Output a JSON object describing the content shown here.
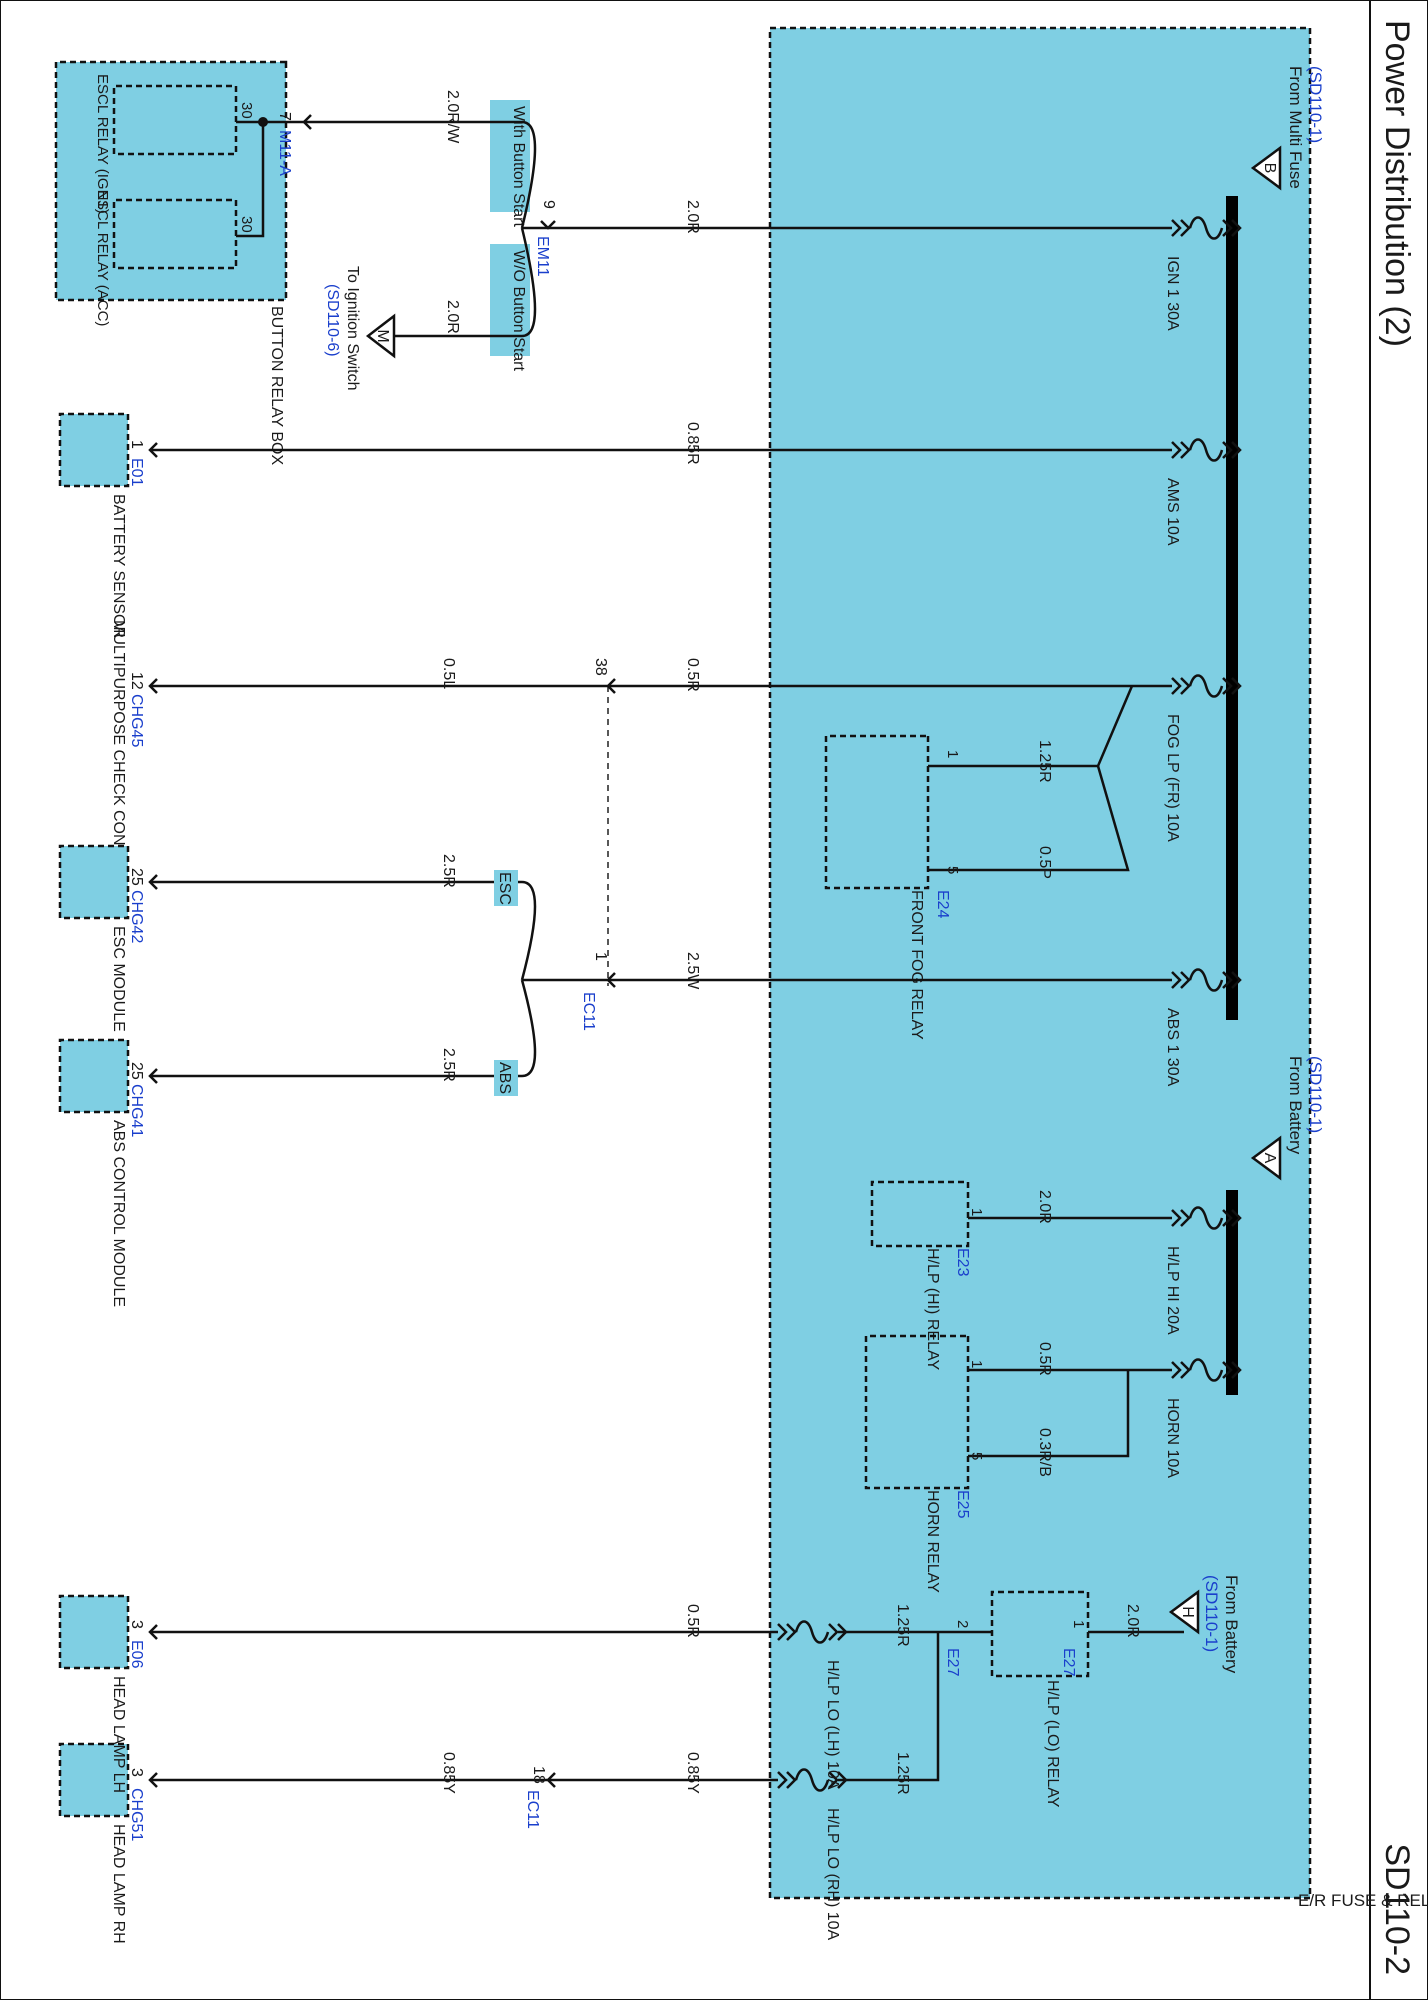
{
  "title": "Power Distribution (2)",
  "page_code": "SD110-2",
  "colors": {
    "module_fill": "#7fcfe3",
    "ref_text": "#1a3fcc"
  },
  "er_box": {
    "label": "E/R FUSE & RELAY BOX"
  },
  "sources": {
    "b": {
      "letter": "B",
      "from": "From Multi Fuse",
      "ref": "(SD110-1)"
    },
    "a": {
      "letter": "A",
      "from": "From Battery",
      "ref": "(SD110-1)"
    },
    "h": {
      "letter": "H",
      "from": "From Battery",
      "ref": "(SD110-1)"
    },
    "m": {
      "letter": "M",
      "to": "To Ignition Switch",
      "ref": "(SD110-6)"
    }
  },
  "fuses": {
    "ign1": "IGN 1 30A",
    "ams": "AMS 10A",
    "fog": "FOG LP (FR) 10A",
    "abs1": "ABS 1 30A",
    "hlphi": "H/LP HI 20A",
    "horn": "HORN 10A",
    "hlplolh": "H/LP LO (LH) 10A",
    "hlplorh": "H/LP LO (RH) 10A"
  },
  "relays": {
    "fog": {
      "label": "FRONT FOG RELAY",
      "conn": "E24",
      "pin1": "1",
      "pin5": "5"
    },
    "hi": {
      "label": "H/LP (HI) RELAY",
      "conn": "E23",
      "pin1": "1"
    },
    "horn": {
      "label": "HORN RELAY",
      "conn": "E25",
      "pin1": "1",
      "pin5": "5"
    },
    "lo": {
      "label": "H/LP (LO) RELAY",
      "conn_a": "E27",
      "conn_b": "E27",
      "pin1": "1",
      "pin2": "2"
    }
  },
  "wires": {
    "ign1": "2.0R",
    "ign1_m": "2.0R",
    "ign1_top": "2.0R/W",
    "ams": "0.85R",
    "fog_in": "0.5R",
    "fog_out": "0.5L",
    "fog_r1": "1.25R",
    "fog_r5": "0.5P",
    "abs1": "2.5W",
    "esc": "2.5R",
    "abs": "2.5R",
    "hlphi": "2.0R",
    "horn1": "0.5R",
    "horn5": "0.3R/B",
    "lo_in": "2.0R",
    "lo_lh": "1.25R",
    "lo_rh": "1.25R",
    "lh": "0.5R",
    "rh_in": "0.85Y",
    "rh_out": "0.85Y"
  },
  "connectors": {
    "m11a": {
      "name": "M11-A",
      "pin": "7"
    },
    "em11": {
      "name": "EM11",
      "pin": "9"
    },
    "e01": {
      "name": "E01",
      "pin": "1"
    },
    "chg45": {
      "name": "CHG45",
      "pin": "12"
    },
    "chg45_38": "38",
    "chg42": {
      "name": "CHG42",
      "pin": "25"
    },
    "ec11a": {
      "name": "EC11",
      "pin": "1"
    },
    "chg41": {
      "name": "CHG41",
      "pin": "25"
    },
    "e06": {
      "name": "E06",
      "pin": "3"
    },
    "chg51": {
      "name": "CHG51",
      "pin": "3"
    },
    "ec11b": {
      "name": "EC11",
      "pin": "18"
    }
  },
  "options": {
    "with_start": "With Button Start",
    "wo_start": "W/O Button Start",
    "esc": "ESC",
    "abs": "ABS"
  },
  "components": {
    "button_relay": {
      "label": "BUTTON RELAY BOX",
      "ign1": "ESCL RELAY (IGN1)",
      "acc": "ESCL RELAY (ACC)",
      "pin30a": "30",
      "pin30b": "30"
    },
    "battery_sensor": "BATTERY SENSOR",
    "multi_check": "MULTIPURPOSE CHECK CONNECTOR",
    "esc_module": "ESC MODULE",
    "abs_module": "ABS CONTROL MODULE",
    "head_lh": "HEAD LAMP LH",
    "head_rh": "HEAD LAMP RH"
  }
}
